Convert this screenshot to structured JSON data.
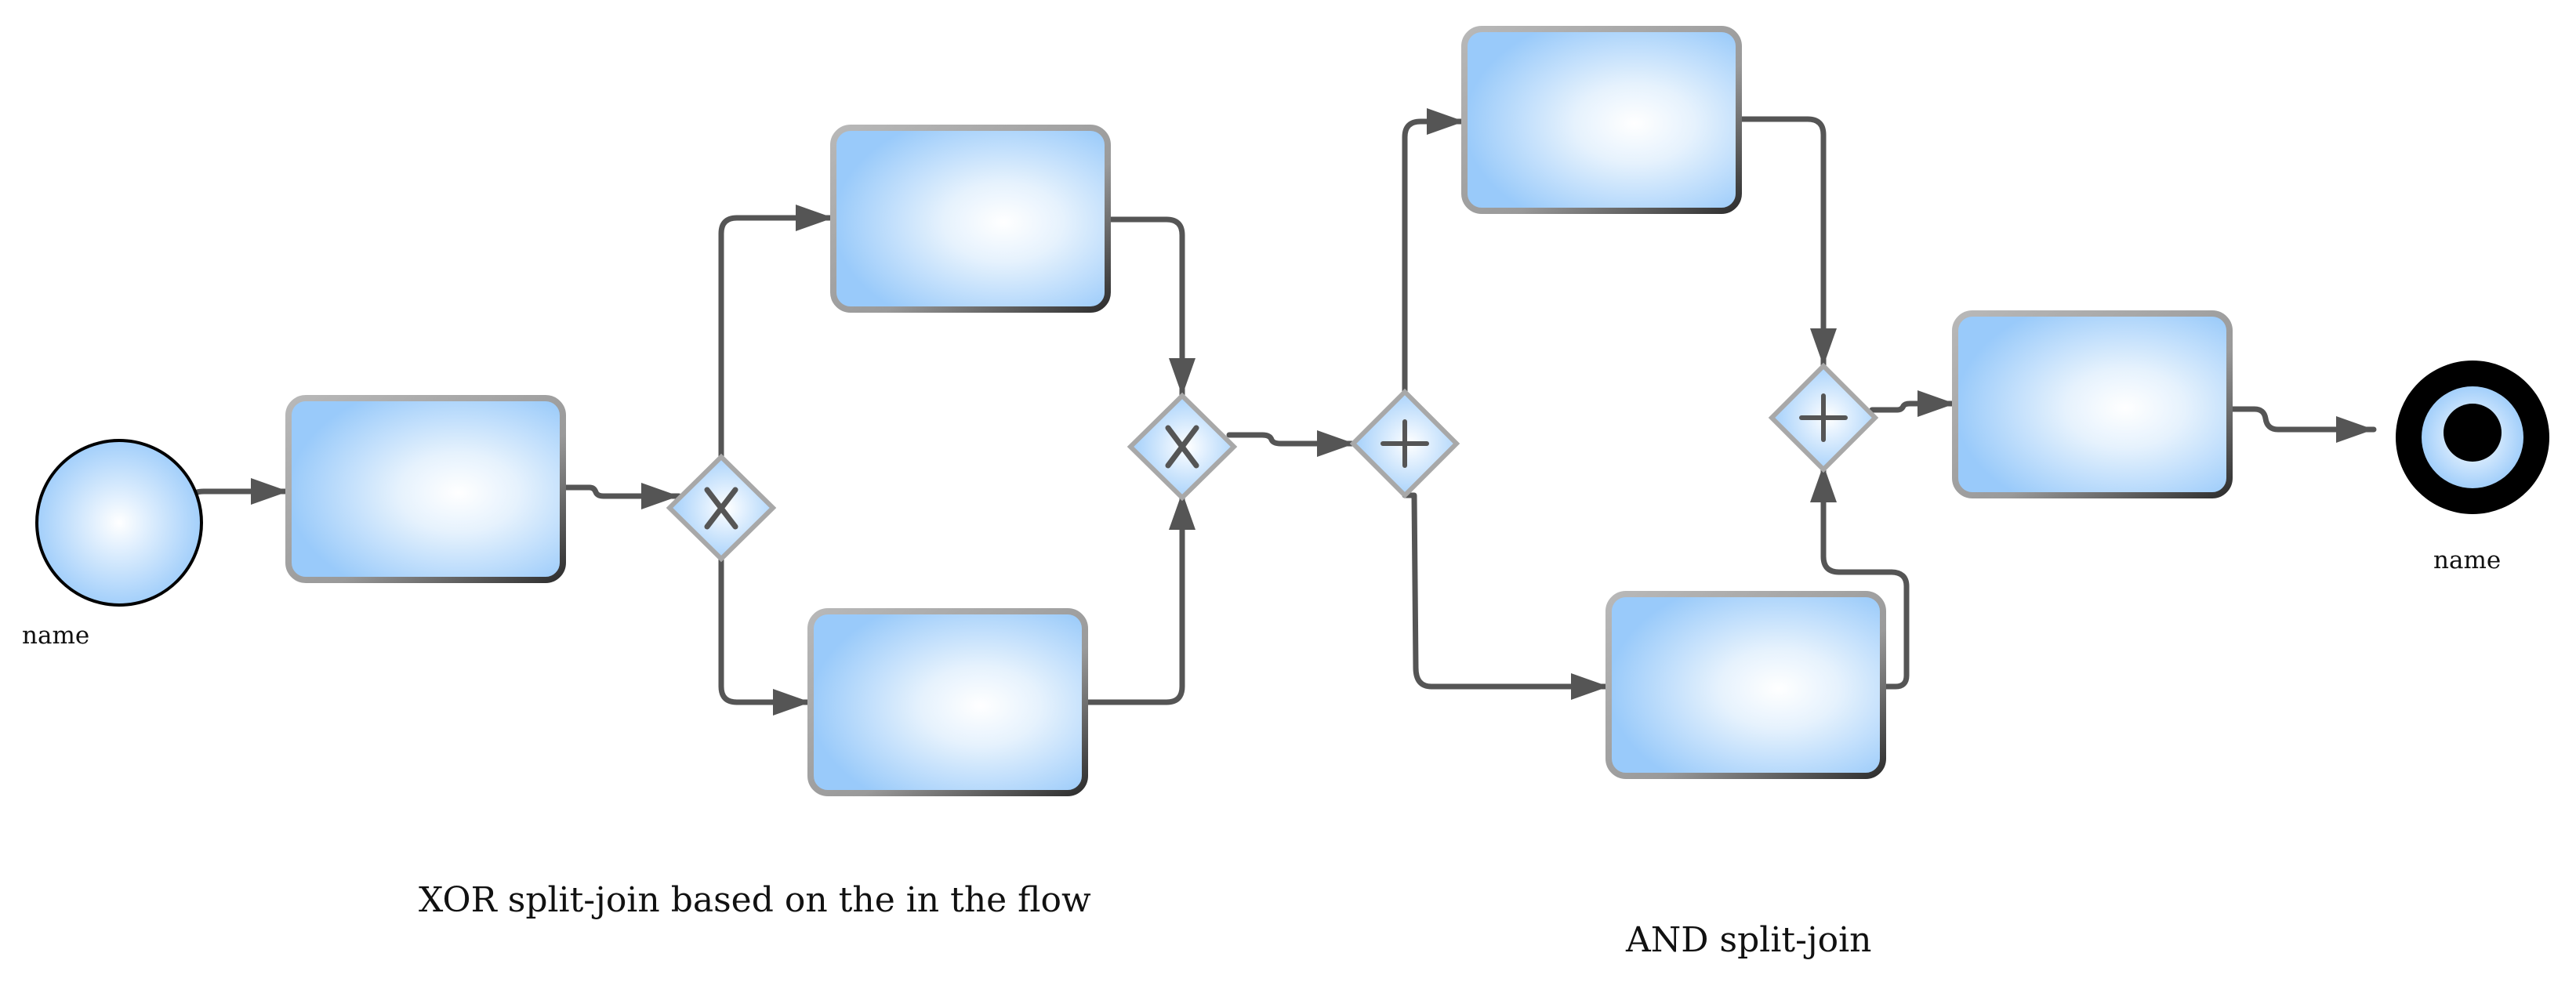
{
  "colors": {
    "task_fill_light": "#ffffff",
    "task_fill_dark": "#99cafa",
    "task_border": "#9e9e9e",
    "task_shadow": "#3d3d3d",
    "flow": "#555555",
    "end_ring": "#000000"
  },
  "diagram": {
    "start_event": {
      "label": "name"
    },
    "end_event": {
      "label": "name"
    },
    "tasks": [
      {
        "name": "task-1",
        "label": ""
      },
      {
        "name": "task-xor-top",
        "label": ""
      },
      {
        "name": "task-xor-bottom",
        "label": ""
      },
      {
        "name": "task-and-top",
        "label": ""
      },
      {
        "name": "task-and-bottom",
        "label": ""
      },
      {
        "name": "task-final",
        "label": ""
      }
    ],
    "gateways": [
      {
        "name": "xor-split-gateway",
        "type": "exclusive",
        "symbol": "X"
      },
      {
        "name": "xor-join-gateway",
        "type": "exclusive",
        "symbol": "X"
      },
      {
        "name": "and-split-gateway",
        "type": "parallel",
        "symbol": "+"
      },
      {
        "name": "and-join-gateway",
        "type": "parallel",
        "symbol": "+"
      }
    ],
    "captions": {
      "xor": "XOR split-join based on the in the flow",
      "and": "AND split-join"
    }
  }
}
